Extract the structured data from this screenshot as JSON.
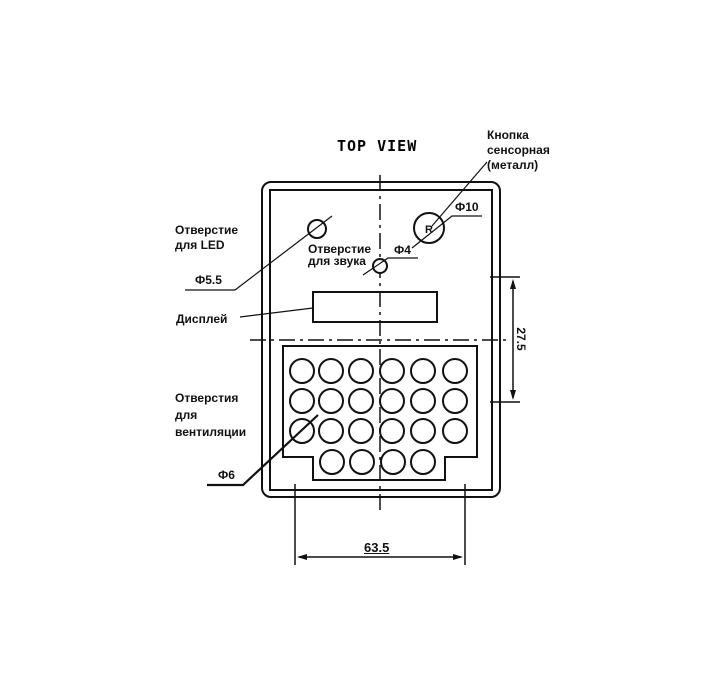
{
  "title": "TOP VIEW",
  "labels": {
    "button": [
      "Кнопка",
      "сенсорная",
      "(металл)"
    ],
    "button_dim": "Ф10",
    "button_mark": "R",
    "led": [
      "Отверстие",
      "для LED"
    ],
    "led_dim": "Ф5.5",
    "sound": [
      "Отверстие",
      "для звука"
    ],
    "sound_dim": "Ф4",
    "display": "Дисплей",
    "vent": [
      "Отверстия",
      "для",
      "вентиляции"
    ],
    "vent_dim": "Ф6",
    "width_dim": "63.5",
    "height_dim": "27.5"
  }
}
